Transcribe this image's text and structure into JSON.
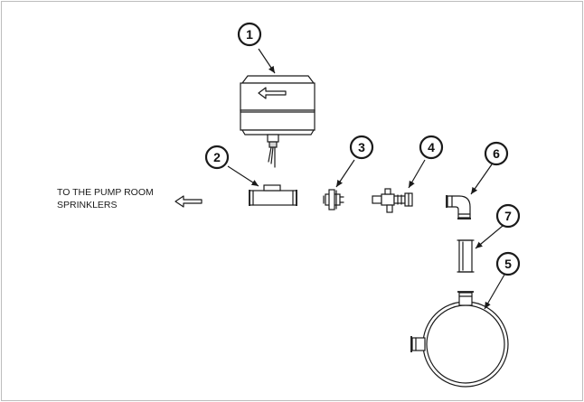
{
  "callouts": [
    {
      "id": "1",
      "label": "1"
    },
    {
      "id": "2",
      "label": "2"
    },
    {
      "id": "3",
      "label": "3"
    },
    {
      "id": "4",
      "label": "4"
    },
    {
      "id": "5",
      "label": "5"
    },
    {
      "id": "6",
      "label": "6"
    },
    {
      "id": "7",
      "label": "7"
    }
  ],
  "note": {
    "line1": "TO THE PUMP ROOM",
    "line2": "SPRINKLERS"
  },
  "colors": {
    "line": "#1a1a1a",
    "frame": "#bdbdbd",
    "shade": "#d4d4d4"
  }
}
